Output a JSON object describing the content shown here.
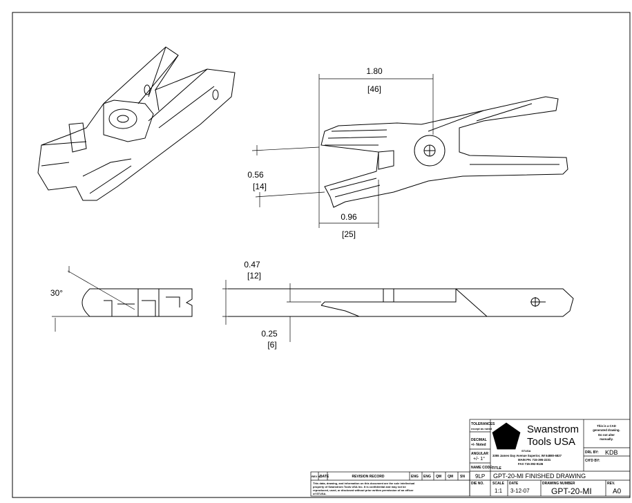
{
  "dimensions": {
    "width_in": "1.80",
    "width_mm": "[46]",
    "jaw_in": "0.56",
    "jaw_mm": "[14]",
    "offset_in": "0.96",
    "offset_mm": "[25]",
    "angle": "30°",
    "thick_in": "0.47",
    "thick_mm": "[12]",
    "step_in": "0.25",
    "step_mm": "[6]"
  },
  "title_block": {
    "tolerances_label": "TOLERANCES",
    "tolerances_note": "except as noted",
    "decimal_label": "DECIMAL",
    "decimal_value": "+/- Noted",
    "angular_label": "ANGULAR",
    "angular_value": "+/- 1°",
    "name_code_label": "NAME CODE",
    "name_code_value": "9LP",
    "company_line1": "Swanstrom",
    "company_line2": "Tools USA",
    "company_short": "STUSA",
    "address": "3355 James Day Avenue Superior, WI 54880-6827",
    "phone": "MAIN PH. 715-395-2231",
    "fax": "FAX 715-392-9136",
    "cad_note": [
      "This is a CAD",
      "generated drawing.",
      "Do not alter",
      "manually."
    ],
    "drawn_by_label": "DRL BY:",
    "drawn_by": "KDB",
    "checked_by_label": "CH'D BY:",
    "title_label": "TITLE",
    "title": "GPT-20-MI FINISHED DRAWING",
    "die_no_label": "DIE NO.",
    "scale_label": "SCALE",
    "scale": "1:1",
    "date_label": "DATE",
    "date": "3-12-07",
    "drawing_number_label": "DRAWING NUMBER",
    "drawing_number": "GPT-20-MI",
    "rev_label": "REV.",
    "rev": "A0"
  },
  "revision_block": {
    "columns": [
      "REV NO",
      "DATE",
      "REVISION RECORD",
      "ENG",
      "ENG",
      "QM",
      "QM",
      "SN"
    ],
    "notice": [
      "This data, drawing, and information on this document are the sole intellectual",
      "property of Swanstrom Tools USA Inc. It is confidential and may not be",
      "reproduced, used, or disclosed without prior written permission of an officer",
      "of STUSA."
    ]
  }
}
